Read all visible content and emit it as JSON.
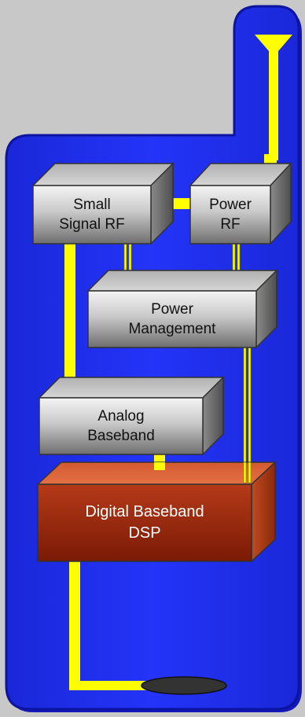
{
  "blocks": {
    "small_signal_rf": {
      "line1": "Small",
      "line2": "Signal RF"
    },
    "power_rf": {
      "line1": "Power",
      "line2": "RF"
    },
    "power_management": {
      "line1": "Power",
      "line2": "Management"
    },
    "analog_baseband": {
      "line1": "Analog",
      "line2": "Baseband"
    },
    "digital_baseband": {
      "line1": "Digital Baseband",
      "line2": "DSP"
    }
  },
  "colors": {
    "background": "#c8c8c8",
    "phone_body": "#1f2ef5",
    "connector": "#ffff00",
    "block_gray": "#9a9a9a",
    "dsp_block": "#b03010",
    "speaker": "#333333"
  }
}
